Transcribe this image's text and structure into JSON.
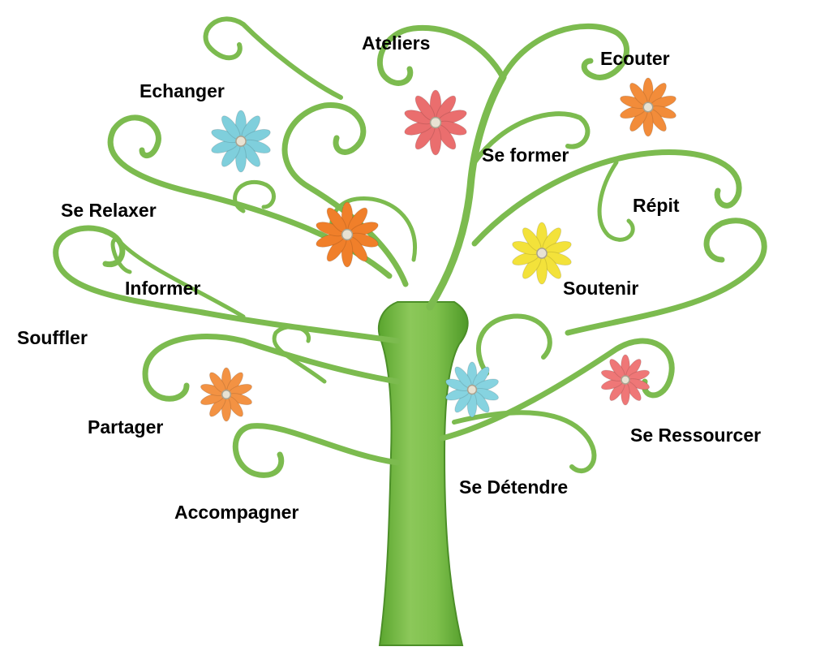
{
  "labels": {
    "ateliers": "Ateliers",
    "ecouter": "Ecouter",
    "echanger": "Echanger",
    "se_former": "Se former",
    "se_relaxer": "Se Relaxer",
    "repit": "Répit",
    "informer": "Informer",
    "soutenir": "Soutenir",
    "souffler": "Souffler",
    "partager": "Partager",
    "se_ressourcer": "Se Ressourcer",
    "se_detendre": "Se Détendre",
    "accompagner": "Accompagner"
  },
  "flowers": [
    {
      "name": "flower-blue-left",
      "color": "#7fcfdc"
    },
    {
      "name": "flower-red-top",
      "color": "#ea6e6e"
    },
    {
      "name": "flower-orange-top-right",
      "color": "#f28c3a"
    },
    {
      "name": "flower-orange-center",
      "color": "#f07f2a"
    },
    {
      "name": "flower-yellow",
      "color": "#f3e23a"
    },
    {
      "name": "flower-blue-lower",
      "color": "#86d3e0"
    },
    {
      "name": "flower-red-lower-right",
      "color": "#ef7777"
    },
    {
      "name": "flower-orange-lower-left",
      "color": "#f39243"
    }
  ],
  "colors": {
    "trunk": "#6cb43a",
    "branch": "#7cbb4f",
    "branch_light": "#a8d57f",
    "flower_center": "#e8e2d2"
  }
}
